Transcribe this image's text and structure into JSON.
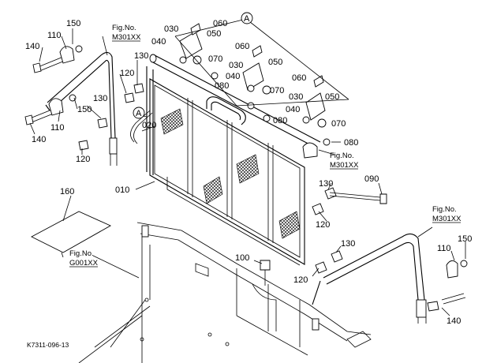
{
  "diagram": {
    "part_labels": {
      "p150a": "150",
      "p110a": "110",
      "p140a": "140",
      "p130a": "130",
      "p120a": "120",
      "p150b": "150",
      "p130b": "130",
      "p110b": "110",
      "p140b": "140",
      "p120b": "120",
      "p030a": "030",
      "p040a": "040",
      "p060a": "060",
      "p050a": "050",
      "p070a": "070",
      "p080a": "080",
      "p060b": "060",
      "p050b": "050",
      "p030b": "030",
      "p040b": "040",
      "p070b": "070",
      "p080b": "080",
      "p060c": "060",
      "p050c": "050",
      "p030c": "030",
      "p040c": "040",
      "p070c": "070",
      "p080c": "080",
      "p020": "020",
      "p010": "010",
      "p160": "160",
      "p090": "090",
      "p130c": "130",
      "p120c": "120",
      "p130d": "130",
      "p120d": "120",
      "p100": "100",
      "p110c": "110",
      "p150c": "150",
      "p140c": "140"
    },
    "callout_a": "A",
    "fig_refs": {
      "fig1_title": "Fig.No.",
      "fig1_code": "M301XX",
      "fig2_title": "Fig.No.",
      "fig2_code": "M301XX",
      "fig3_title": "Fig.No.",
      "fig3_code": "M301XX",
      "fig4_title": "Fig.No.",
      "fig4_code": "G001XX"
    },
    "footer_code": "K7311-096-13"
  }
}
